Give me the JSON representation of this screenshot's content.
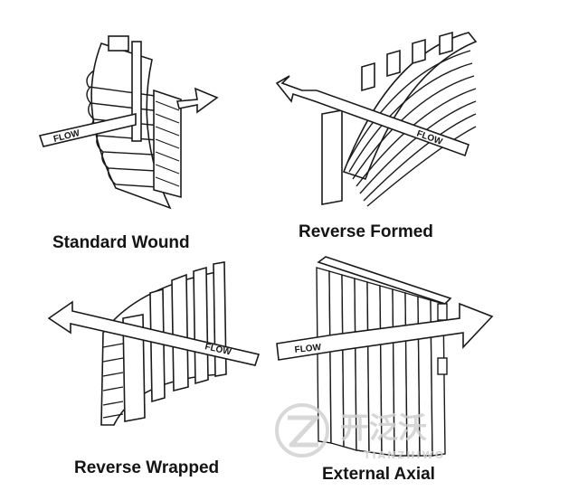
{
  "diagrams": [
    {
      "id": "standard-wound",
      "caption": "Standard Wound",
      "flow_label": "FLOW"
    },
    {
      "id": "reverse-formed",
      "caption": "Reverse Formed",
      "flow_label": "FLOW"
    },
    {
      "id": "reverse-wrapped",
      "caption": "Reverse Wrapped",
      "flow_label": "FLOW"
    },
    {
      "id": "external-axial",
      "caption": "External Axial",
      "flow_label": "FLOW"
    }
  ],
  "watermark": {
    "cjk": "开泛沃",
    "latin": "TIANZHIWO"
  }
}
